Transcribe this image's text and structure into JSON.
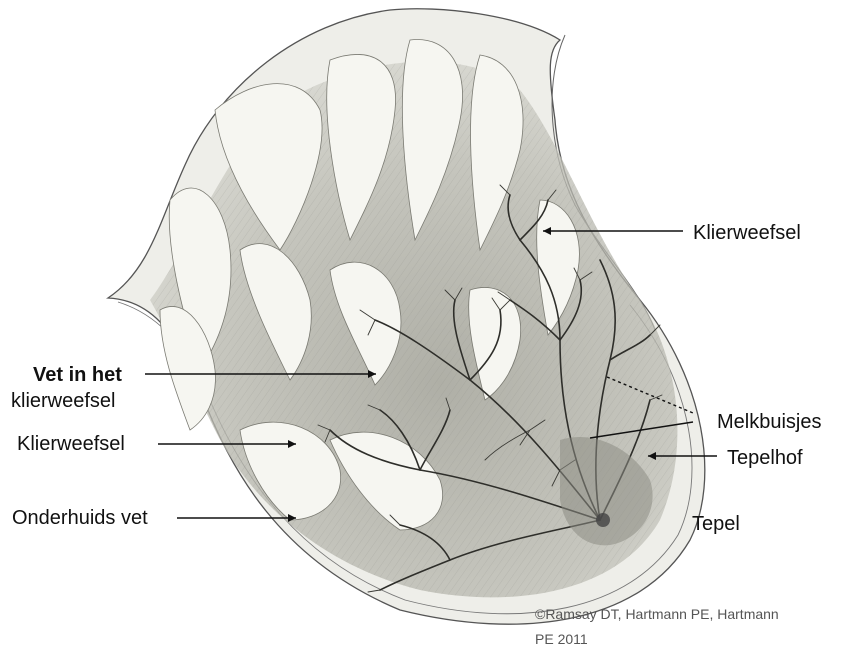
{
  "labels": {
    "klierweefsel_right": "Klierweefsel",
    "vet_in_het_klierweefsel_line1": "Vet in het",
    "vet_in_het_klierweefsel_line2": "klierweefsel",
    "klierweefsel_left": "Klierweefsel",
    "onderhuids_vet": "Onderhuids vet",
    "melkbuisjes": "Melkbuisjes",
    "tepelhof": "Tepelhof",
    "tepel": "Tepel"
  },
  "credit": {
    "line1": "©Ramsay DT, Hartmann PE, Hartmann",
    "line2": "PE 2011"
  }
}
